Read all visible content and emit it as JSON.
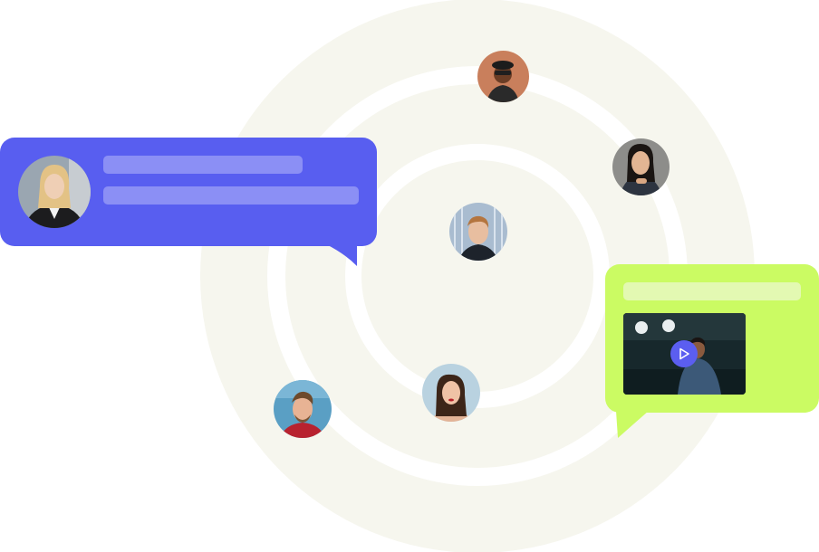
{
  "colors": {
    "ring": "#f6f6ee",
    "blue_bubble": "#585ef0",
    "blue_line": "#8b8ff5",
    "green_bubble": "#cbfb63",
    "green_line": "#e3f9b2",
    "play_button": "#5b5ef0"
  },
  "avatars": [
    {
      "name": "avatar-top",
      "icon": "person-photo"
    },
    {
      "name": "avatar-top-right",
      "icon": "person-photo"
    },
    {
      "name": "avatar-center",
      "icon": "person-photo"
    },
    {
      "name": "avatar-bottom-center",
      "icon": "person-photo"
    },
    {
      "name": "avatar-bottom-left",
      "icon": "person-photo"
    },
    {
      "name": "avatar-in-blue-bubble",
      "icon": "person-photo"
    }
  ],
  "video": {
    "icon": "play-icon"
  }
}
